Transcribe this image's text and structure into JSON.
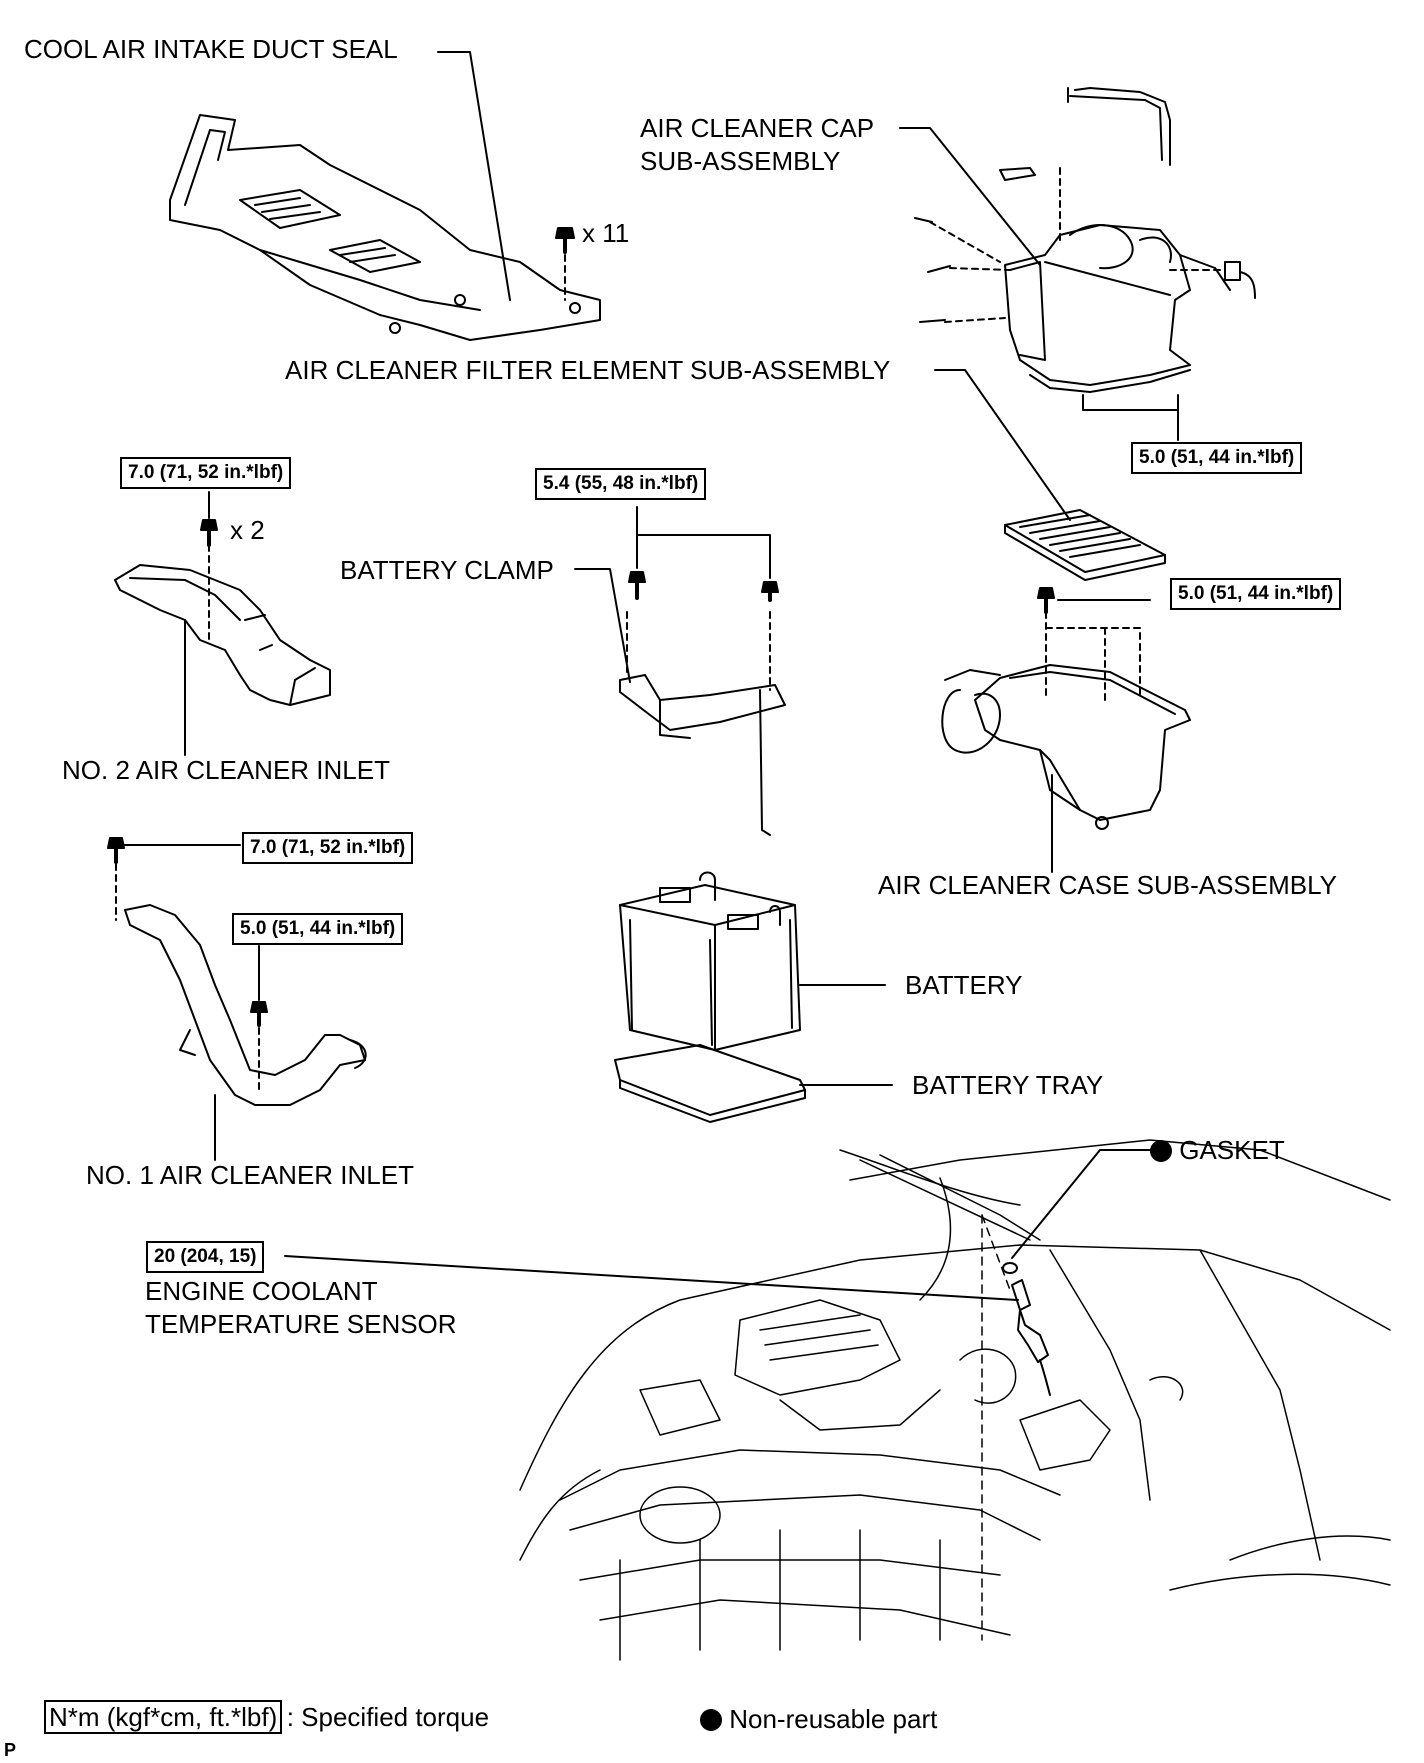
{
  "labels": {
    "cool_air_intake_duct_seal": "COOL AIR INTAKE DUCT SEAL",
    "clip_count": "x 11",
    "air_cleaner_cap_line1": "AIR CLEANER CAP",
    "air_cleaner_cap_line2": "SUB-ASSEMBLY",
    "air_cleaner_filter_element": "AIR CLEANER FILTER ELEMENT SUB-ASSEMBLY",
    "battery_clamp": "BATTERY CLAMP",
    "no2_bolt_count": "x 2",
    "no2_air_cleaner_inlet": "NO. 2 AIR CLEANER INLET",
    "air_cleaner_case": "AIR CLEANER CASE SUB-ASSEMBLY",
    "battery": "BATTERY",
    "battery_tray": "BATTERY TRAY",
    "no1_air_cleaner_inlet": "NO. 1 AIR CLEANER INLET",
    "gasket": "GASKET",
    "ects_line1": "ENGINE COOLANT",
    "ects_line2": "TEMPERATURE SENSOR"
  },
  "torques": {
    "cap": "5.0 (51, 44 in.*lbf)",
    "no2_inlet": "7.0 (71, 52 in.*lbf)",
    "clamp": "5.4 (55, 48 in.*lbf)",
    "case": "5.0 (51, 44 in.*lbf)",
    "no1_inlet_top": "7.0 (71, 52 in.*lbf)",
    "no1_inlet_mid": "5.0 (51, 44 in.*lbf)",
    "ects": "20 (204, 15)"
  },
  "legend": {
    "torque_units": "N*m (kgf*cm, ft.*lbf)",
    "torque_desc": ": Specified torque",
    "nonreusable_desc": "Non-reusable part"
  },
  "corner_mark": "P"
}
